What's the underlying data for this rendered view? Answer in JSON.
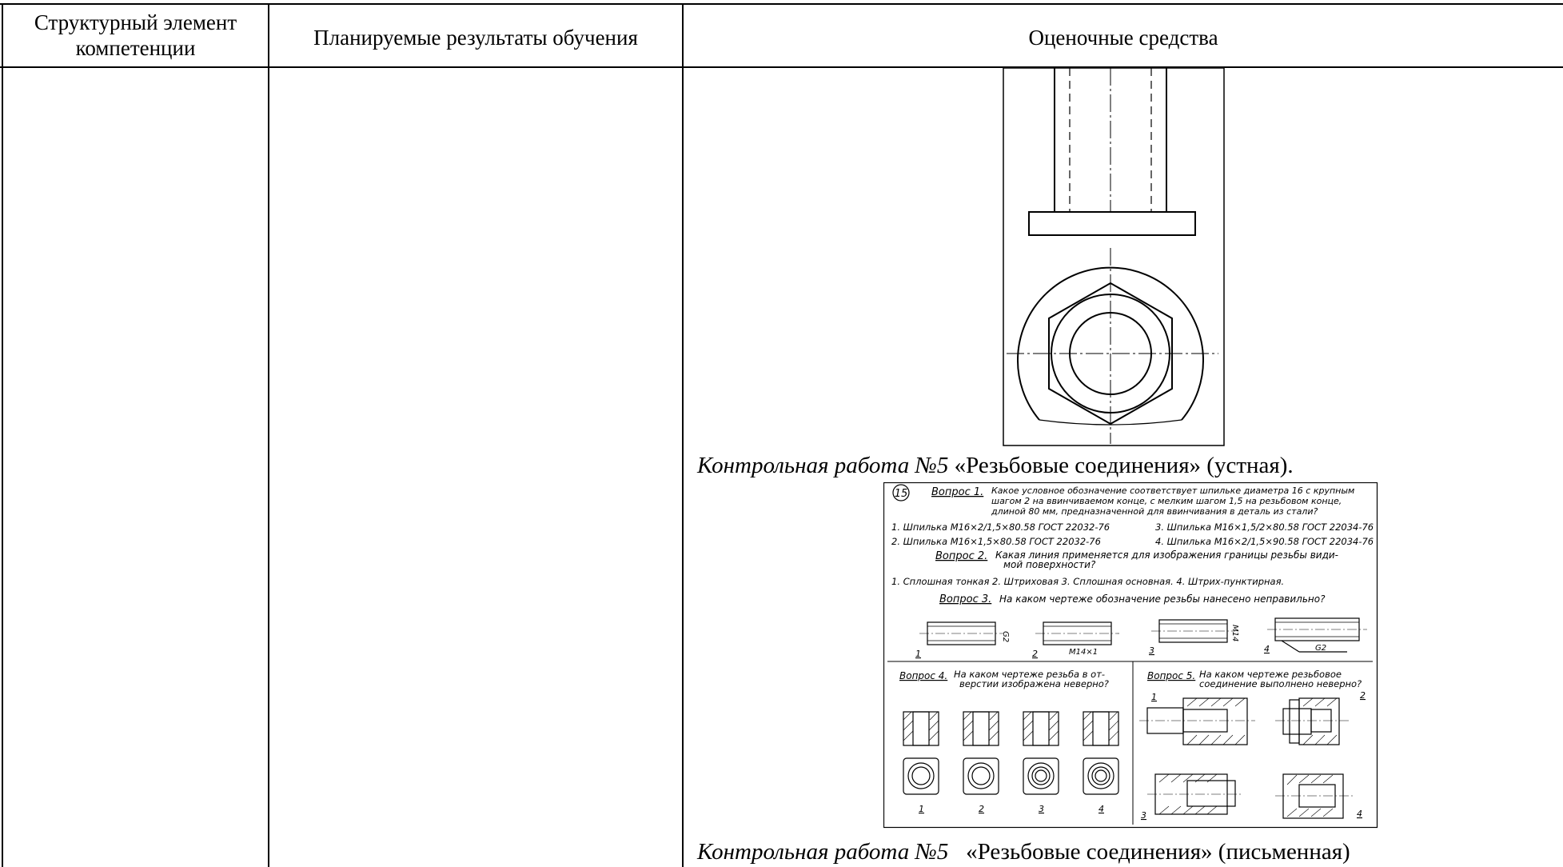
{
  "table": {
    "headers": {
      "col1": [
        "Структурный элемент",
        "компетенции"
      ],
      "col2": "Планируемые результаты обучения",
      "col3": "Оценочные средства"
    }
  },
  "content": {
    "caption1": {
      "italic": "Контрольная работа №5",
      "plain": " «Резьбовые соединения» (устная)."
    },
    "caption2": {
      "italic": "Контрольная работа №5",
      "plain": "   «Резьбовые соединения» (письменная)"
    },
    "worksheet": {
      "number": "15",
      "q1_label": "Вопрос 1.",
      "q1_text": [
        "Какое условное обозначение соответствует шпильке диаметра 16 с крупным",
        "шагом 2 на ввинчиваемом конце, с мелким шагом 1,5 на резьбовом конце,",
        "длиной 80 мм, предназначенной для ввинчивания в деталь из стали?"
      ],
      "q1_options": [
        "1. Шпилька  М16×2/1,5×80.58 ГОСТ 22032-76",
        "3. Шпилька М16×1,5/2×80.58 ГОСТ 22034-76",
        "2. Шпилька  М16×1,5×80.58 ГОСТ 22032-76",
        "4. Шпилька М16×2/1,5×90.58 ГОСТ 22034-76"
      ],
      "q2_label": "Вопрос 2.",
      "q2_text": [
        "Какая линия применяется для изображения границы резьбы види-",
        "мой поверхности?"
      ],
      "q2_options": "1. Сплошная тонкая     2. Штриховая     3. Сплошная основная.   4. Штрих-пунктирная.",
      "q3_label": "Вопрос 3.",
      "q3_text": "На каком чертеже обозначение резьбы нанесено неправильно?",
      "q3_marks": [
        "G2",
        "M14×1",
        "M14",
        "G2"
      ],
      "q4_label": "Вопрос 4.",
      "q4_text": [
        "На каком чертеже резьба в от-",
        "верстии изображена неверно?"
      ],
      "q5_label": "Вопрос 5.",
      "q5_text": [
        "На каком чертеже резьбовое",
        "соединение выполнено неверно?"
      ],
      "numbers": [
        "1",
        "2",
        "3",
        "4"
      ]
    }
  }
}
